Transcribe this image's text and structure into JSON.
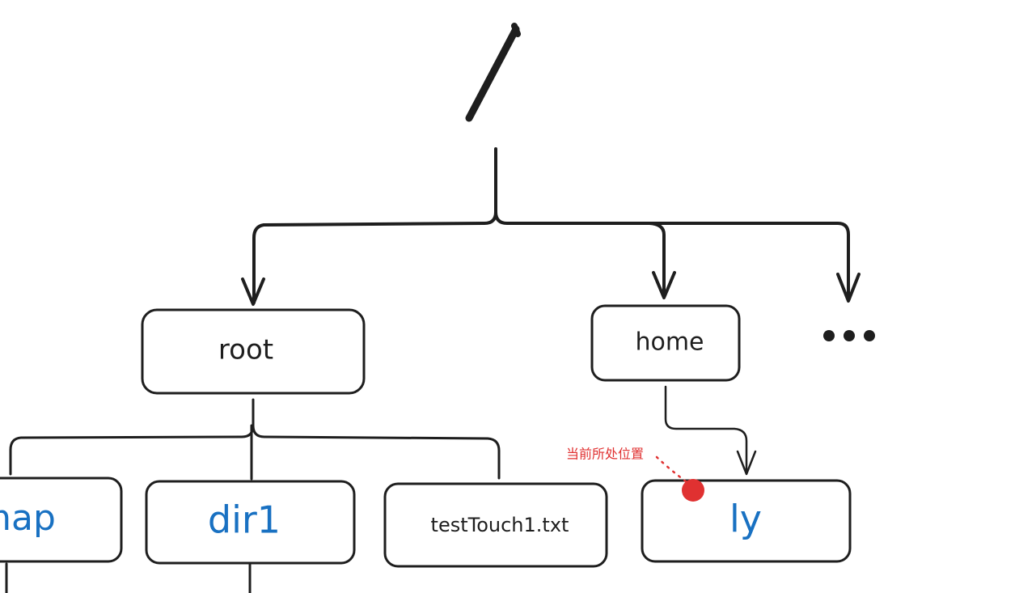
{
  "diagram": {
    "root_label": "/",
    "ellipsis": "...",
    "nodes": {
      "root": "root",
      "home": "home",
      "map": "map",
      "dir1": "dir1",
      "test_touch": "testTouch1.txt",
      "ly": "ly"
    },
    "annotation": {
      "current_location": "当前所处位置",
      "marker_color": "#e03131"
    },
    "colors": {
      "stroke": "#1e1e1e",
      "user_dir": "#1971c2",
      "annotation": "#e03131"
    }
  }
}
